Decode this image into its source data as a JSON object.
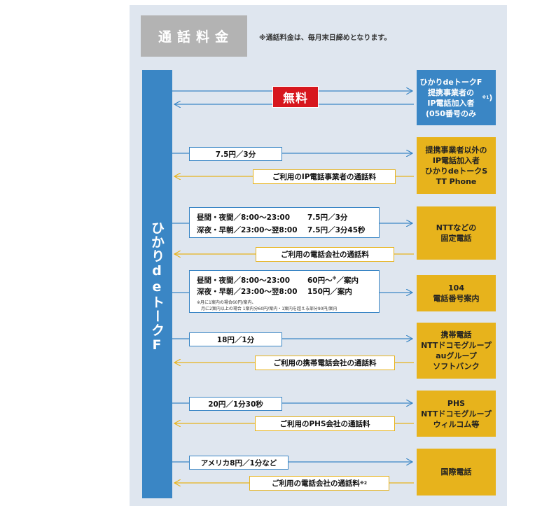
{
  "header": {
    "title": "通話料金",
    "note": "※通話料金は、毎月末日締めとなります。"
  },
  "left_bar": {
    "label": "ひかりdeトークF"
  },
  "rows": [
    {
      "out_label": "無料",
      "target": "ひかりdeトークF\n提携事業者の\nIP電話加入者\n(050番号のみ",
      "target_sup": "※1",
      "target_end": ")"
    },
    {
      "out_label": "7.5円／3分",
      "in_label": "ご利用のIP電話事業者の通話料",
      "target": "提携事業者以外の\nIP電話加入者\nひかりdeトークS\nTT Phone"
    },
    {
      "out_lines": [
        {
          "a": "昼間・夜間／8:00〜23:00",
          "b": "7.5円／3分"
        },
        {
          "a": "深夜・早朝／23:00〜翌8:00",
          "b": "7.5円／3分45秒"
        }
      ],
      "in_label": "ご利用の電話会社の通話料",
      "target": "NTTなどの\n固定電話"
    },
    {
      "out_lines": [
        {
          "a": "昼間・夜間／8:00〜23:00",
          "b": "60円〜",
          "b_sup": "※",
          "b_end": "／案内"
        },
        {
          "a": "深夜・早朝／23:00〜翌8:00",
          "b": "150円／案内"
        }
      ],
      "footnotes": [
        "※月に1案内の場合60円/案内、",
        "月に2案内以上の場合 1案内分60円/案内・1案内を超える部分90円/案内"
      ],
      "target": "104\n電話番号案内"
    },
    {
      "out_label": "18円／1分",
      "in_label": "ご利用の携帯電話会社の通話料",
      "target": "携帯電話\nNTTドコモグループ\nauグループ\nソフトバンク"
    },
    {
      "out_label": "20円／1分30秒",
      "in_label": "ご利用のPHS会社の通話料",
      "target": "PHS\nNTTドコモグループ\nウィルコム等"
    },
    {
      "out_label": "アメリカ8円／1分など",
      "in_label": "ご利用の電話会社の通話料",
      "in_sup": "※2",
      "target": "国際電話"
    }
  ],
  "colors": {
    "blue": "#3a86c5",
    "gold": "#e7b31c",
    "red": "#d7171e",
    "panel": "#dfe6ef",
    "title_gray": "#b3b3b3"
  }
}
